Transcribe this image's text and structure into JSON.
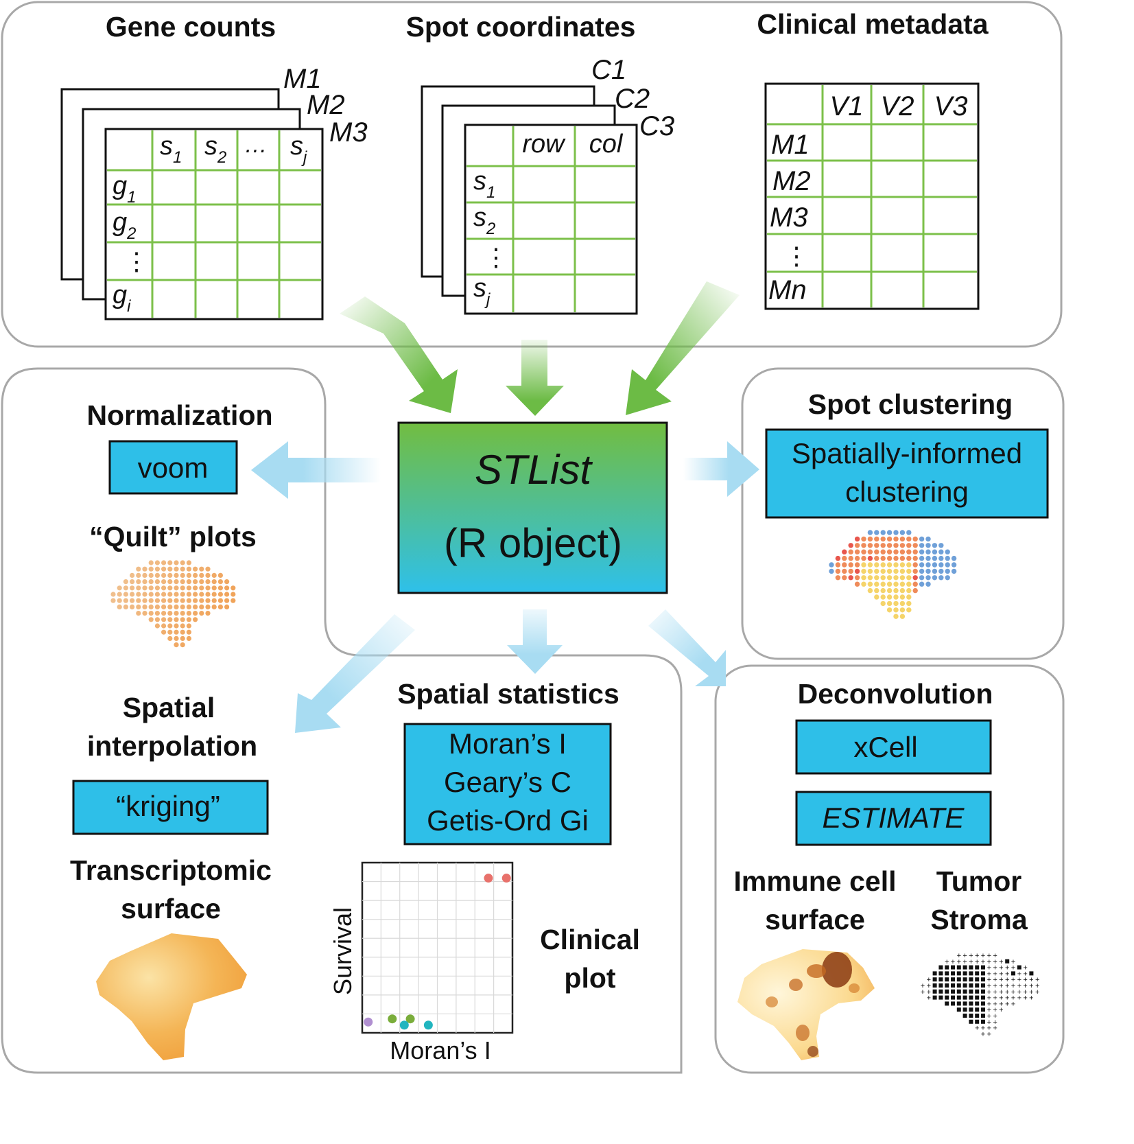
{
  "inputs": {
    "gene_counts": {
      "title": "Gene counts",
      "layers": [
        "M1",
        "M2",
        "M3"
      ],
      "col_headers": [
        "s",
        "s",
        "…",
        "s"
      ],
      "col_subs": [
        "1",
        "2",
        "",
        "j"
      ],
      "row_headers": [
        "g",
        "g",
        "⋮",
        "g"
      ],
      "row_subs": [
        "1",
        "2",
        "",
        "i"
      ]
    },
    "spot_coordinates": {
      "title": "Spot coordinates",
      "layers": [
        "C1",
        "C2",
        "C3"
      ],
      "col_headers": [
        "row",
        "col"
      ],
      "row_headers": [
        "s",
        "s",
        "⋮",
        "s"
      ],
      "row_subs": [
        "1",
        "2",
        "",
        "j"
      ]
    },
    "clinical_metadata": {
      "title": "Clinical metadata",
      "col_headers": [
        "V1",
        "V2",
        "V3"
      ],
      "row_headers": [
        "M1",
        "M2",
        "M3",
        "⋮",
        "Mn"
      ]
    }
  },
  "center": {
    "name": "STList",
    "subtitle": "(R object)"
  },
  "normalization": {
    "title": "Normalization",
    "method": "voom",
    "plot_title": "“Quilt” plots"
  },
  "spot_clustering": {
    "title": "Spot clustering",
    "method_line1": "Spatially-informed",
    "method_line2": "clustering"
  },
  "spatial_interpolation": {
    "title_line1": "Spatial",
    "title_line2": "interpolation",
    "method": "“kriging”",
    "plot_line1": "Transcriptomic",
    "plot_line2": "surface"
  },
  "spatial_statistics": {
    "title": "Spatial statistics",
    "method_line1": "Moran’s I",
    "method_line2": "Geary’s C",
    "method_line3": "Getis-Ord Gi",
    "plot_label_line1": "Clinical",
    "plot_label_line2": "plot"
  },
  "deconvolution": {
    "title": "Deconvolution",
    "method1": "xCell",
    "method2": "ESTIMATE",
    "plot1_line1": "Immune cell",
    "plot1_line2": "surface",
    "plot2_line1": "Tumor",
    "plot2_line2": "Stroma"
  },
  "chart_data": {
    "type": "scatter",
    "title": "",
    "xlabel": "Moran’s I",
    "ylabel": "Survival",
    "grid": true,
    "series": [
      {
        "color": "#e8716b",
        "points": [
          [
            0.84,
            0.95
          ],
          [
            0.96,
            0.95
          ]
        ]
      },
      {
        "color": "#7aad3b",
        "points": [
          [
            0.2,
            0.04
          ],
          [
            0.32,
            0.04
          ]
        ]
      },
      {
        "color": "#21b5bf",
        "points": [
          [
            0.28,
            0.0
          ],
          [
            0.44,
            0.0
          ]
        ]
      },
      {
        "color": "#b08fd0",
        "points": [
          [
            0.04,
            0.02
          ]
        ]
      }
    ],
    "xlim": [
      0,
      1
    ],
    "ylim": [
      -0.05,
      1.05
    ]
  },
  "colors": {
    "panel_border": "#a8a8a8",
    "grid_green": "#7cc04a",
    "method_box": "#2ebfe8",
    "arrow_green": "#6cbb45",
    "arrow_blue": "#a8dcf2",
    "center_top": "#6dbb46",
    "center_bottom": "#2ebfe8"
  }
}
